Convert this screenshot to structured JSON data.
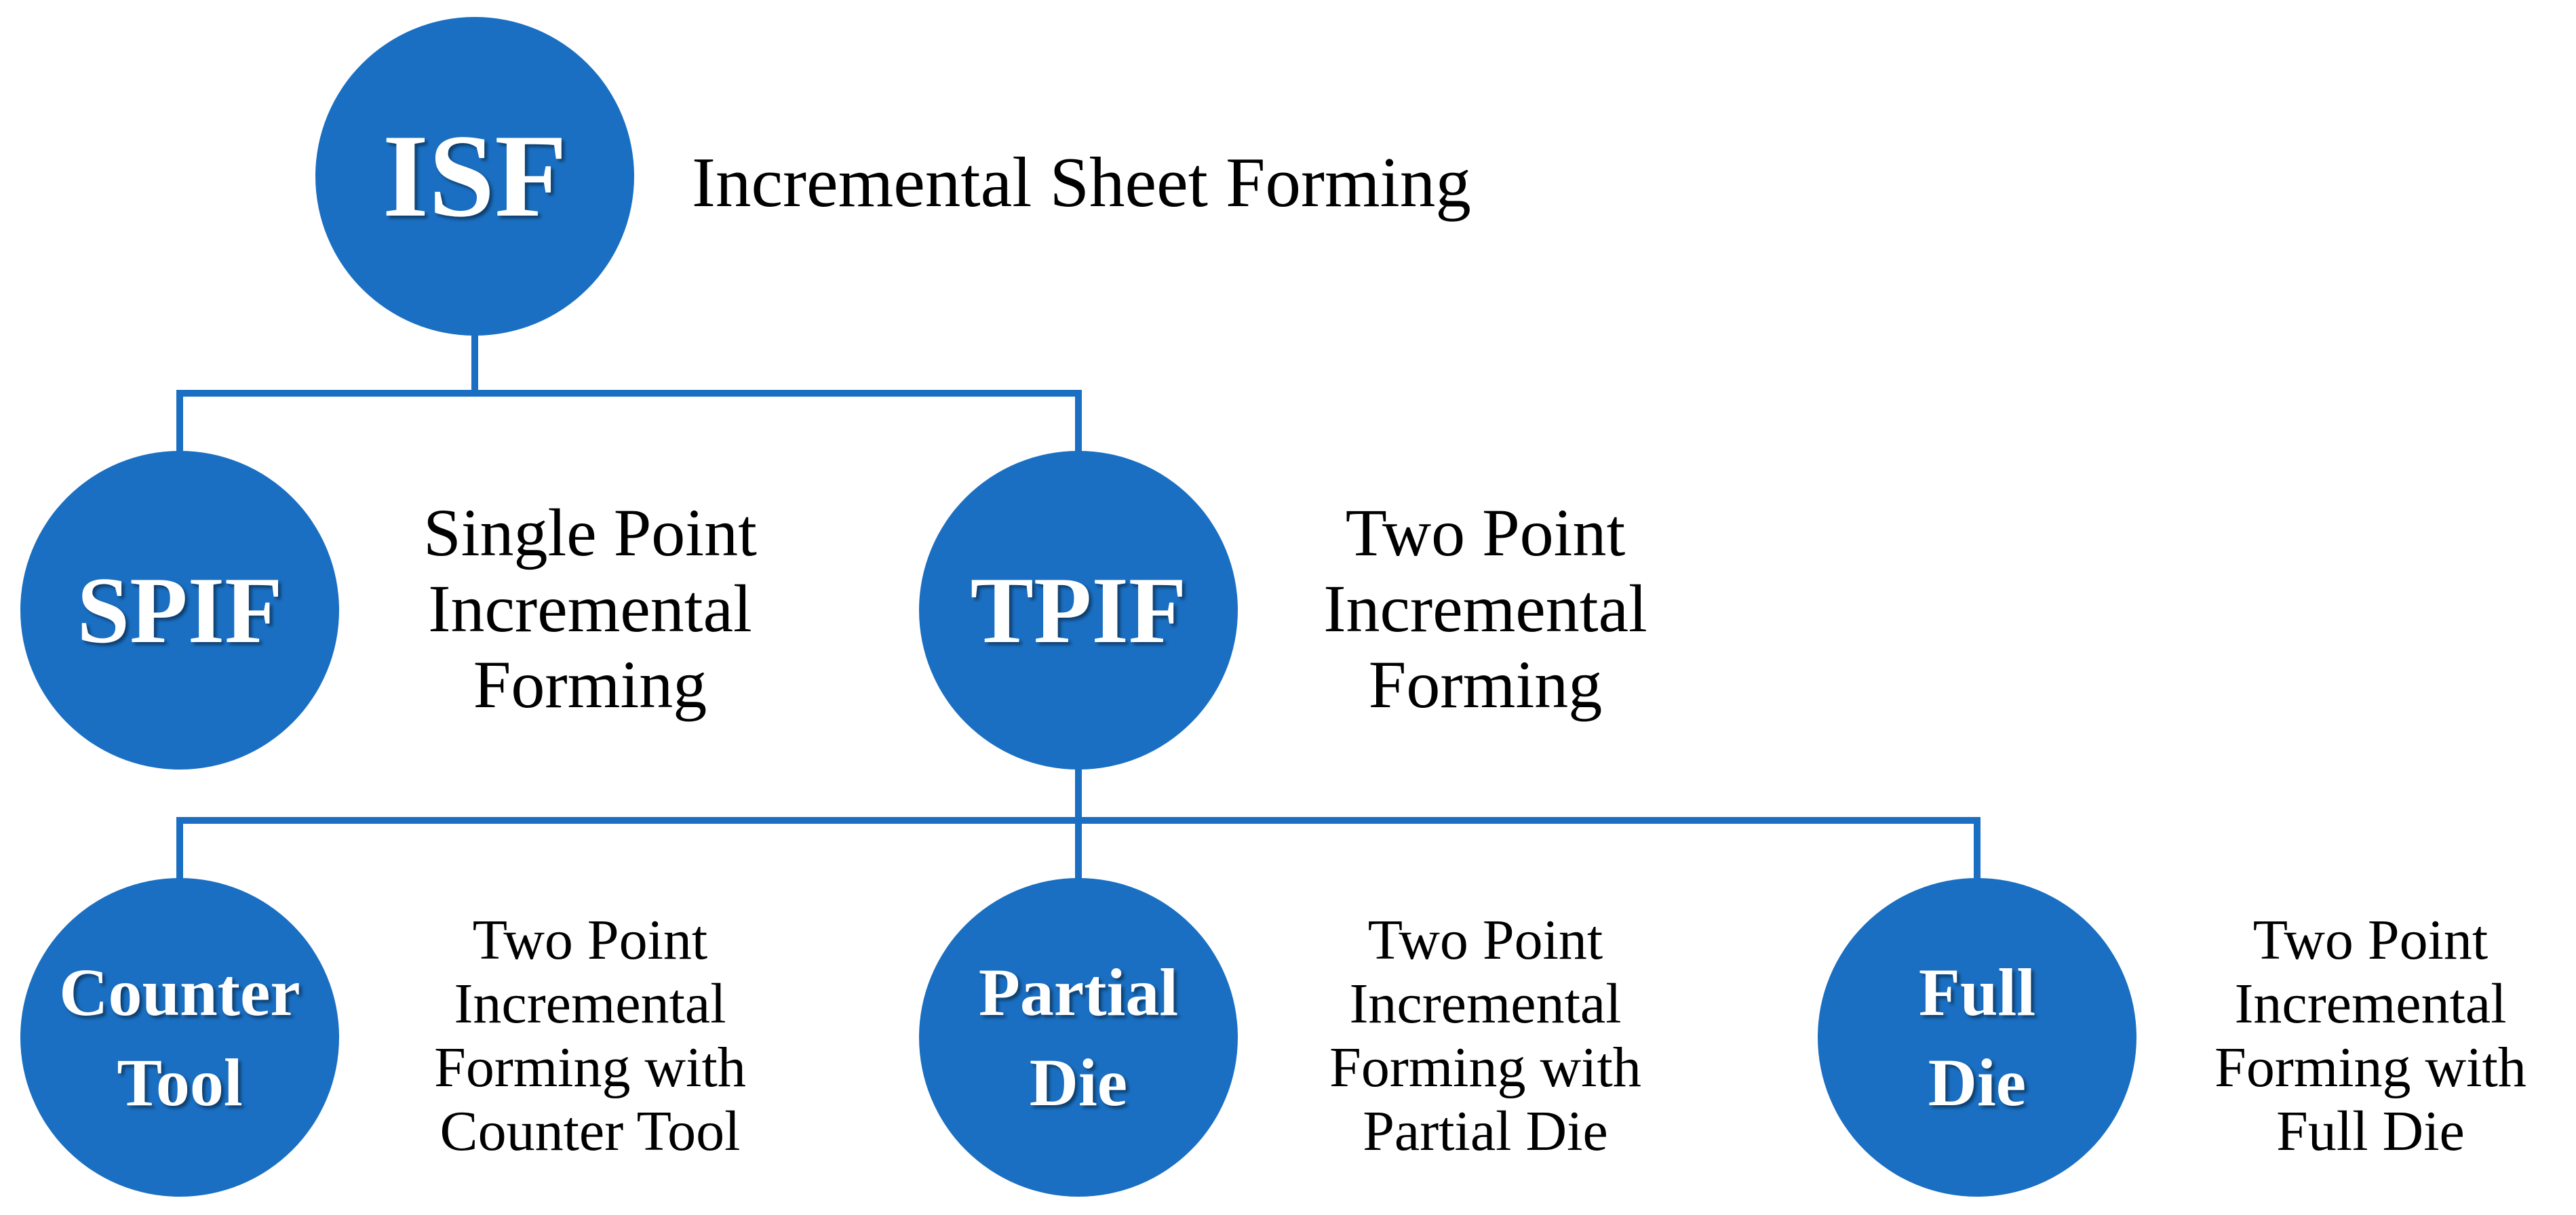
{
  "style": {
    "node_color": "#1a6fc2",
    "connector_color": "#1a6fc2",
    "text_color": "#000000",
    "node_text_color": "#ffffff"
  },
  "isf": {
    "abbr": "ISF",
    "desc": "Incremental Sheet Forming"
  },
  "spif": {
    "abbr": "SPIF",
    "desc_lines": [
      "Single Point",
      "Incremental",
      "Forming"
    ]
  },
  "tpif": {
    "abbr": "TPIF",
    "desc_lines": [
      "Two Point",
      "Incremental",
      "Forming"
    ]
  },
  "counter_tool": {
    "abbr_lines": [
      "Counter",
      "Tool"
    ],
    "desc_lines": [
      "Two Point",
      "Incremental",
      "Forming with",
      "Counter Tool"
    ]
  },
  "partial_die": {
    "abbr_lines": [
      "Partial",
      "Die"
    ],
    "desc_lines": [
      "Two Point",
      "Incremental",
      "Forming with",
      "Partial Die"
    ]
  },
  "full_die": {
    "abbr_lines": [
      "Full",
      "Die"
    ],
    "desc_lines": [
      "Two Point",
      "Incremental",
      "Forming with",
      "Full Die"
    ]
  }
}
